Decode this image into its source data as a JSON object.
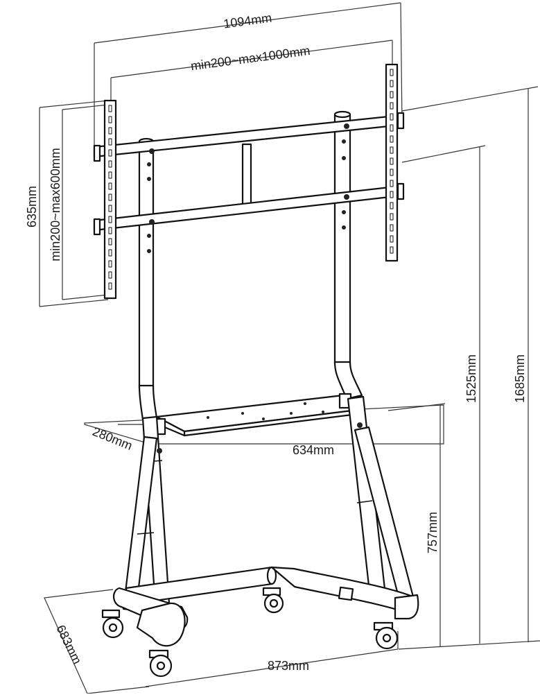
{
  "dimensions": {
    "overall_width": "1094mm",
    "vesa_width": "min200~max1000mm",
    "overall_height_top": "635mm",
    "vesa_height": "min200~max600mm",
    "shelf_depth": "280mm",
    "shelf_width": "634mm",
    "height_to_mount": "1525mm",
    "total_height": "1685mm",
    "shelf_height": "757mm",
    "base_depth": "683mm",
    "base_width": "873mm"
  },
  "colors": {
    "line": "#111111",
    "background": "#ffffff"
  }
}
